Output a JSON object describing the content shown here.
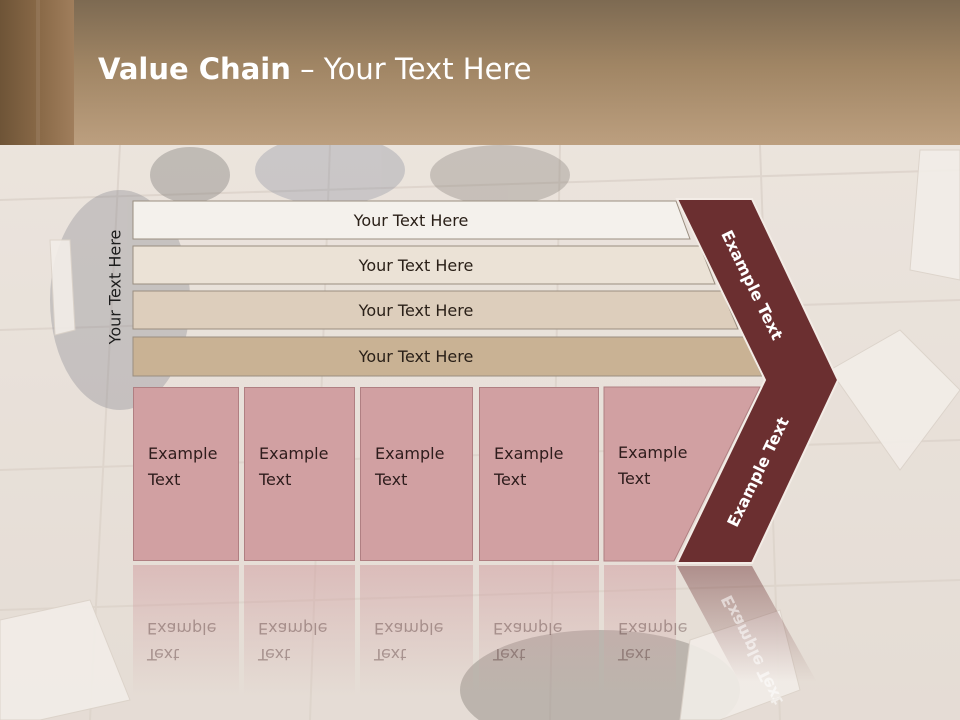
{
  "header": {
    "title_bold": "Value Chain",
    "title_rest": " – Your Text Here"
  },
  "side_label": "Your Text Here",
  "rows": [
    {
      "label": "Your Text Here",
      "fill": "#f4f1ec"
    },
    {
      "label": "Your Text Here",
      "fill": "#ebe2d6"
    },
    {
      "label": "Your Text Here",
      "fill": "#ddcebc"
    },
    {
      "label": "Your Text Here",
      "fill": "#c9b294"
    }
  ],
  "boxes": [
    {
      "line1": "Example",
      "line2": "Text"
    },
    {
      "line1": "Example",
      "line2": "Text"
    },
    {
      "line1": "Example",
      "line2": "Text"
    },
    {
      "line1": "Example",
      "line2": "Text"
    },
    {
      "line1": "Example",
      "line2": "Text"
    }
  ],
  "chevron": {
    "upper_label": "Example Text",
    "lower_label": "Example Text",
    "fill": "#6b2f30"
  },
  "colors": {
    "header": "#b09473",
    "box_fill": "#d1a0a2",
    "chevron": "#6b2f30"
  }
}
